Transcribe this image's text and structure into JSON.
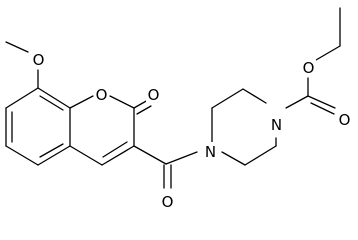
{
  "structure": {
    "atoms": {
      "methoxy_o": "O",
      "ring_o": "O",
      "lactone_carbonyl_o": "O",
      "amide_o": "O",
      "piperazine_n_left": "N",
      "piperazine_n_right": "N",
      "ester_o_single": "O",
      "ester_o_double": "O"
    }
  }
}
